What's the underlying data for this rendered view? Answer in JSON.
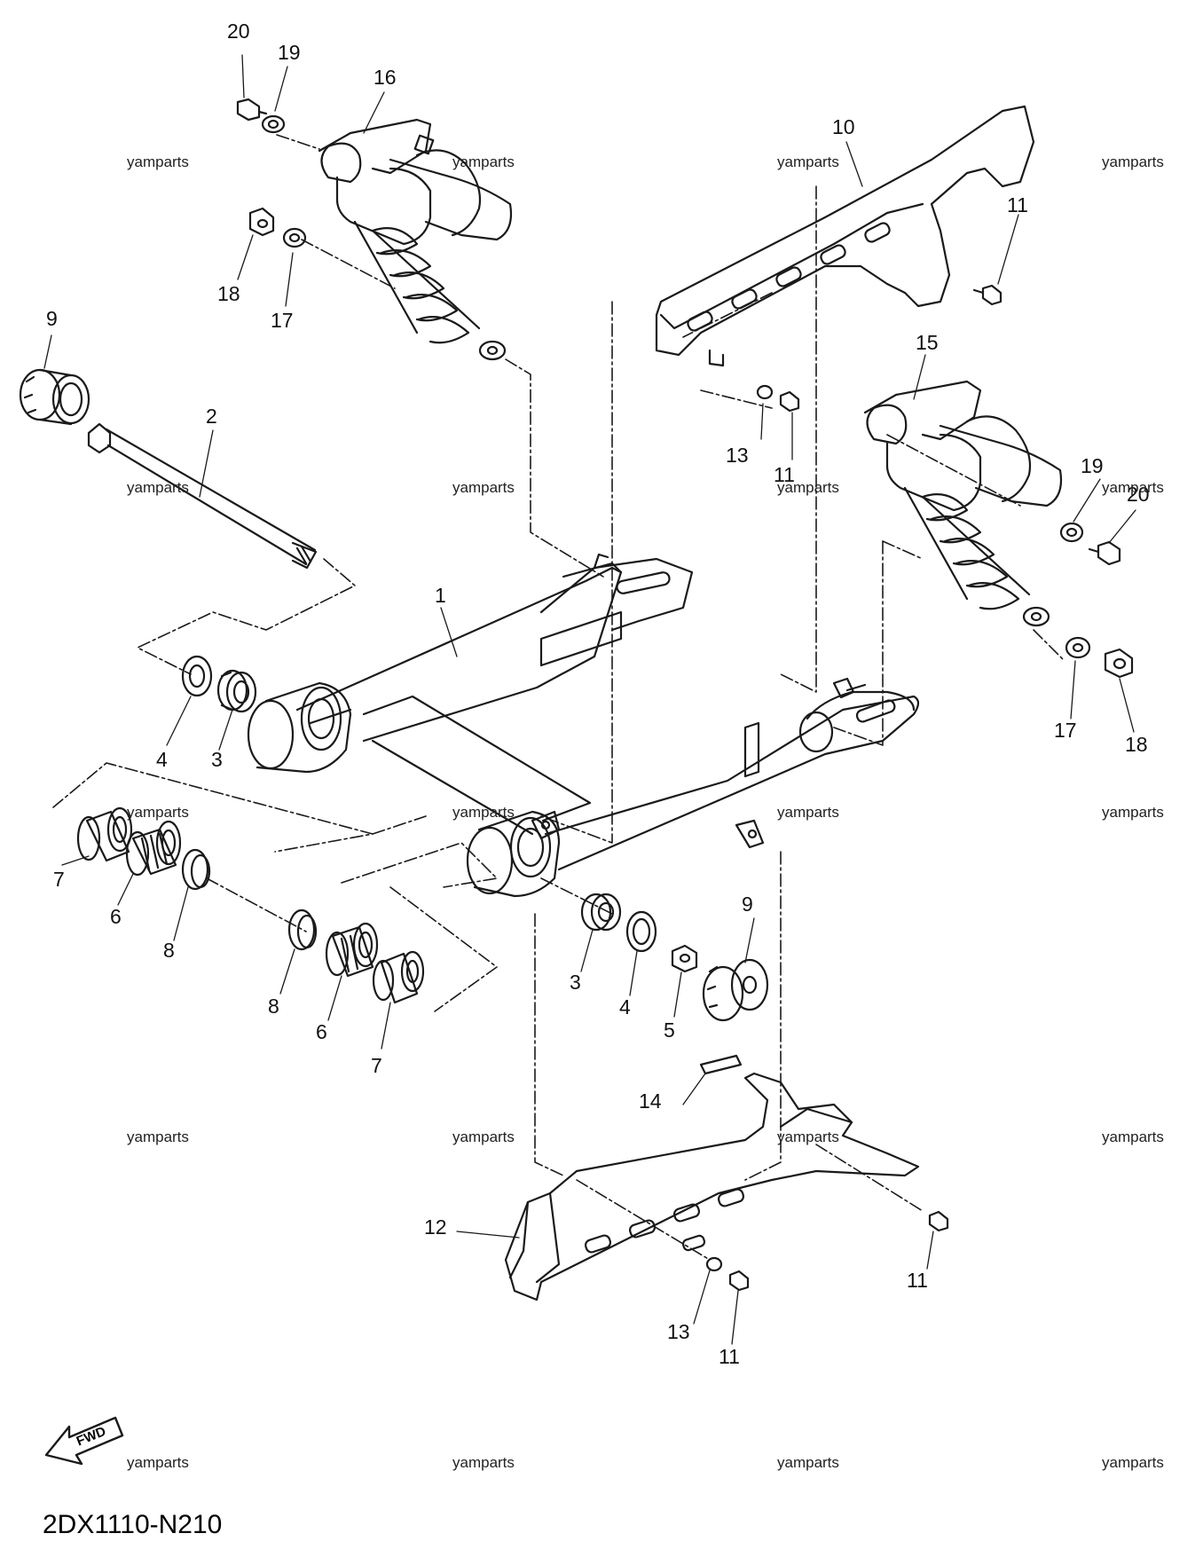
{
  "diagram": {
    "code": "2DX1110-N210",
    "fwd_label": "FWD",
    "watermark": "yamparts",
    "callouts": [
      "20",
      "19",
      "16",
      "10",
      "11",
      "18",
      "17",
      "9",
      "2",
      "15",
      "13",
      "11",
      "19",
      "20",
      "1",
      "4",
      "3",
      "17",
      "18",
      "7",
      "6",
      "8",
      "8",
      "6",
      "7",
      "3",
      "4",
      "5",
      "9",
      "14",
      "12",
      "11",
      "13",
      "11"
    ],
    "colors": {
      "line": "#1a1a1a",
      "background": "#ffffff"
    }
  }
}
